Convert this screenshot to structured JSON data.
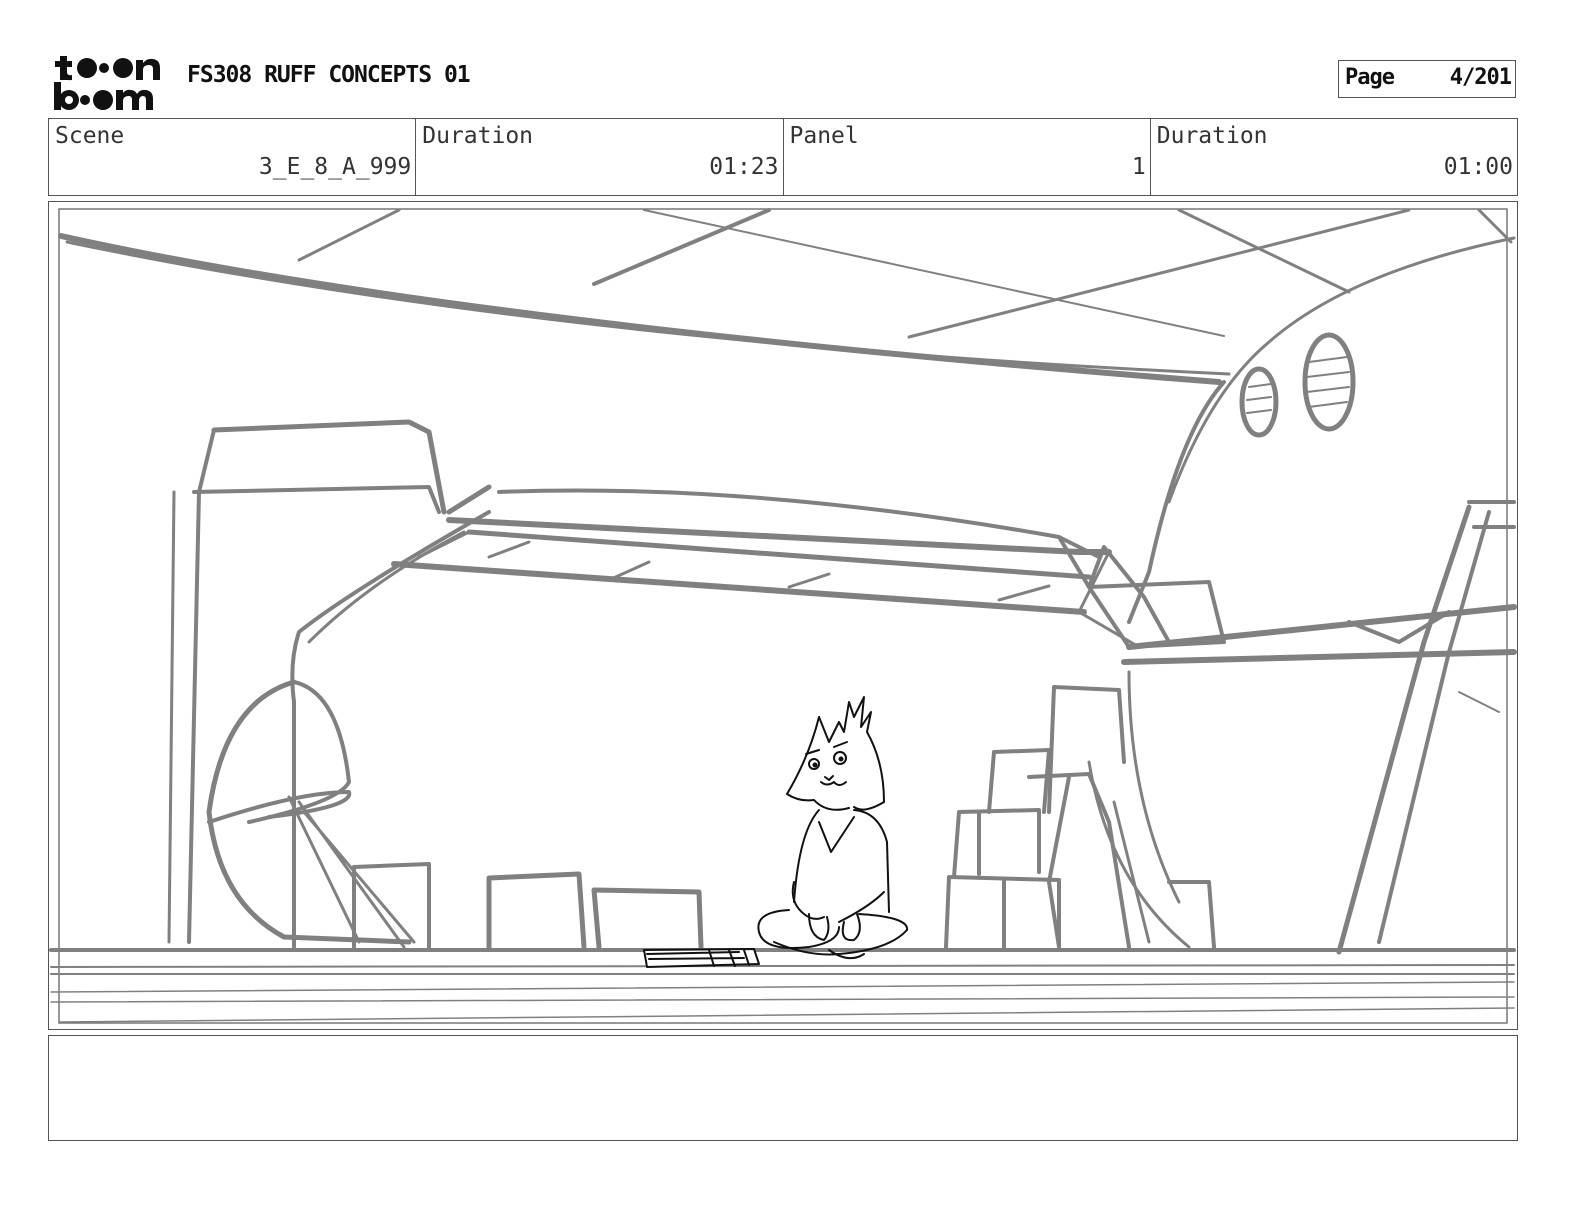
{
  "header": {
    "logo_text": "toon boom",
    "title": "FS308 RUFF CONCEPTS 01",
    "page_label": "Page",
    "page_value": "4/201"
  },
  "info": {
    "scene_label": "Scene",
    "scene_value": "3_E_8_A_999",
    "duration_label": "Duration",
    "duration_value": "01:23",
    "panel_label": "Panel",
    "panel_value": "1",
    "panel_duration_label": "Duration",
    "panel_duration_value": "01:00"
  },
  "colors": {
    "sketch_gray": "#808080",
    "ink_black": "#111111"
  },
  "notes": {
    "text": ""
  }
}
